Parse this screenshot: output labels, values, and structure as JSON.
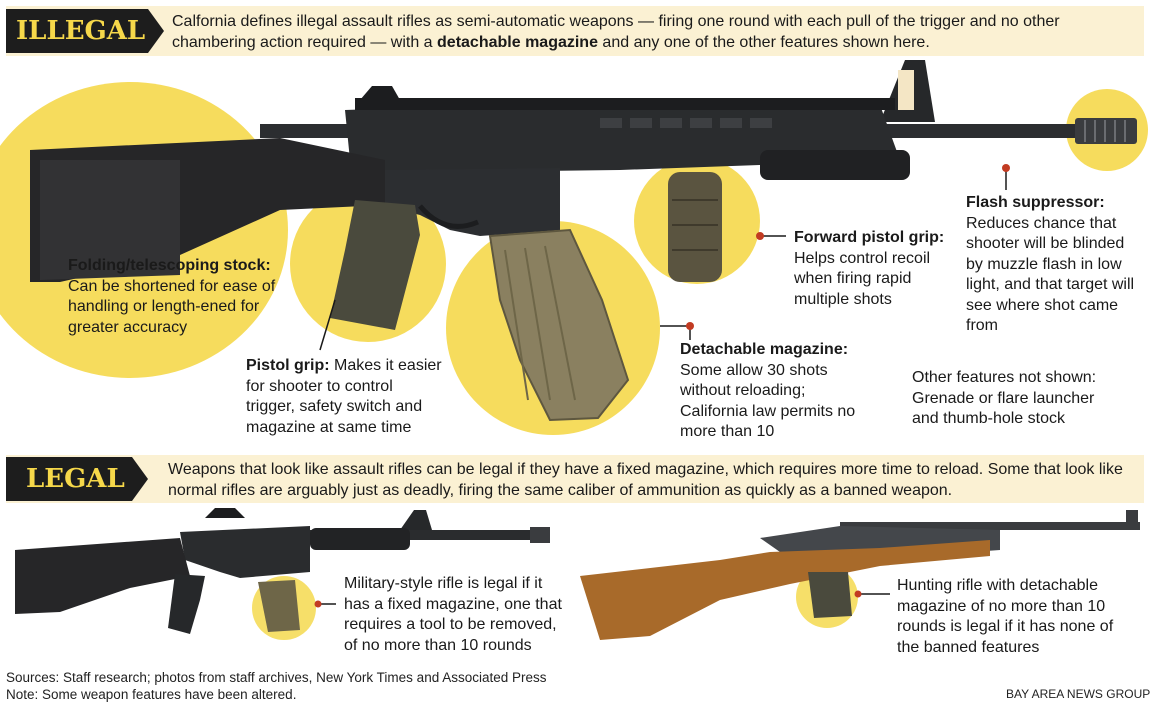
{
  "illegal": {
    "tag": "ILLEGAL",
    "text_pre": "Calfornia defines illegal assault rifles as semi-automatic weapons — firing one round with each pull of the trigger and no other chambering action required — with a ",
    "text_bold": "detachable magazine",
    "text_post": " and any one of the other features shown here."
  },
  "features": {
    "stock": {
      "title": "Folding/telescoping stock:",
      "body": " Can be shortened for ease of handling or length-ened for greater accuracy"
    },
    "pistol_grip": {
      "title": "Pistol grip:",
      "body": " Makes it easier for shooter to control trigger, safety switch and magazine at same time"
    },
    "magazine": {
      "title": "Detachable magazine:",
      "body": "Some allow 30 shots without reloading; California law permits no more than 10"
    },
    "forward_grip": {
      "title": "Forward pistol grip:",
      "body": "Helps control recoil when firing rapid multiple shots"
    },
    "flash": {
      "title": "Flash suppressor:",
      "body": "Reduces chance that shooter will be blinded by muzzle flash in low light, and that target will see where shot came from"
    },
    "other": "Other features not shown: Grenade or flare launcher and thumb-hole stock"
  },
  "legal": {
    "tag": "LEGAL",
    "text": "Weapons that look like assault rifles can be legal if they have a fixed magazine, which requires more time to reload. Some that look like normal rifles are arguably just as deadly, firing the same caliber of ammunition as quickly as a banned weapon.",
    "military_caption": "Military-style rifle is legal if it has a fixed magazine, one that requires a tool to be removed, of no more than 10 rounds",
    "hunting_caption": "Hunting rifle with detachable magazine of no more than 10 rounds is legal if it has none of the banned features"
  },
  "footer": {
    "sources": "Sources: Staff research; photos from staff archives, New York Times and Associated Press",
    "note": "Note: Some weapon features have been altered.",
    "credit": "BAY AREA NEWS GROUP"
  },
  "colors": {
    "highlight": "#f5d94f",
    "banner": "#fbf1d3",
    "tag_bg": "#1d1d1d",
    "tag_text": "#f6d84a",
    "rifle": "#26282a",
    "stock_wood": "#a86a2a"
  }
}
